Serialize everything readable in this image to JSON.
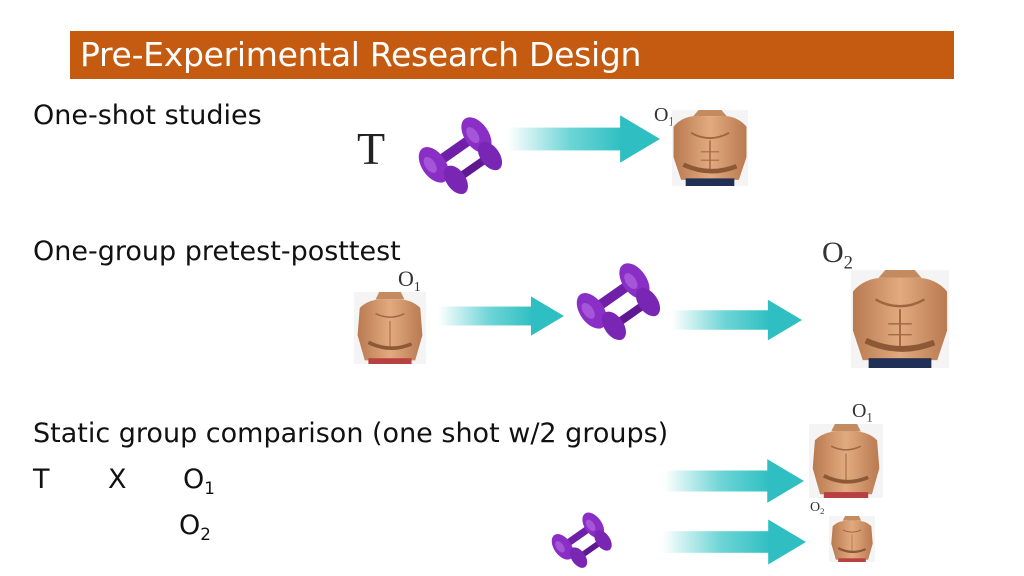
{
  "title": "Pre-Experimental Research Design",
  "colors": {
    "title_bg": "#c55a11",
    "arrow": "#3cc6c8",
    "dumbbell": "#8a2fc6",
    "skin": "#d69a6e"
  },
  "sections": [
    {
      "heading": "One-shot studies",
      "treatment_label": "T",
      "observation_label": "O",
      "observation_sub": "1",
      "icons": [
        "dumbbell-icon",
        "arrow-right-icon",
        "muscular-man-image"
      ]
    },
    {
      "heading": "One-group pretest-posttest",
      "pre_label": "O",
      "pre_sub": "1",
      "post_label": "O",
      "post_sub": "2",
      "icons": [
        "man-image",
        "arrow-right-icon",
        "dumbbell-icon",
        "arrow-right-icon",
        "muscular-man-image"
      ]
    },
    {
      "heading": "Static group comparison (one shot w/2 groups)",
      "notation": {
        "t": "T",
        "x": "X",
        "o1_main": "O",
        "o1_sub": "1",
        "o2_main": "O",
        "o2_sub": "2"
      },
      "group1_label": "O",
      "group1_sub": "1",
      "group2_label": "O",
      "group2_sub": "2"
    }
  ]
}
